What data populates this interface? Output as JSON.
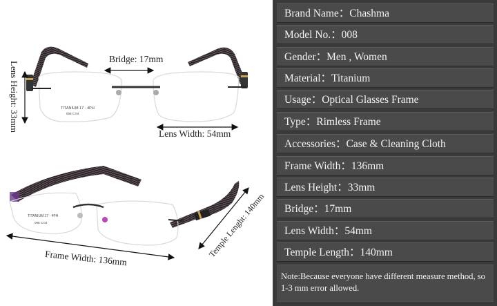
{
  "specs": [
    "Brand Name：Chashma",
    "Model No.：008",
    "Gender：Men , Women",
    "Material：Titanium",
    "Usage：Optical Glasses Frame",
    "Type：Rimless Frame",
    "Accessories：Case & Cleaning Cloth",
    "Frame Width：136mm",
    "Lens Height：33mm",
    "Bridge：17mm",
    "Lens Width：54mm",
    "Temple Length：140mm"
  ],
  "note": "Note:Because everyone have different measure method, so 1-3 mm error allowed.",
  "diagram": {
    "bridge_label": "Bridge: 17mm",
    "lens_height_label": "Lens Height: 33mm",
    "lens_width_label": "Lens Width: 54mm",
    "frame_width_label": "Frame Width:  136mm",
    "temple_length_label": "Temple Lenght: 140mm",
    "lens_imprint_top": "TITANIUM 17 - 4PH",
    "lens_imprint_sub": "008 C:04",
    "lens_imprint_side": "TITANIUM 17 - 4PH",
    "lens_imprint_side_sub": "008 C:04"
  }
}
